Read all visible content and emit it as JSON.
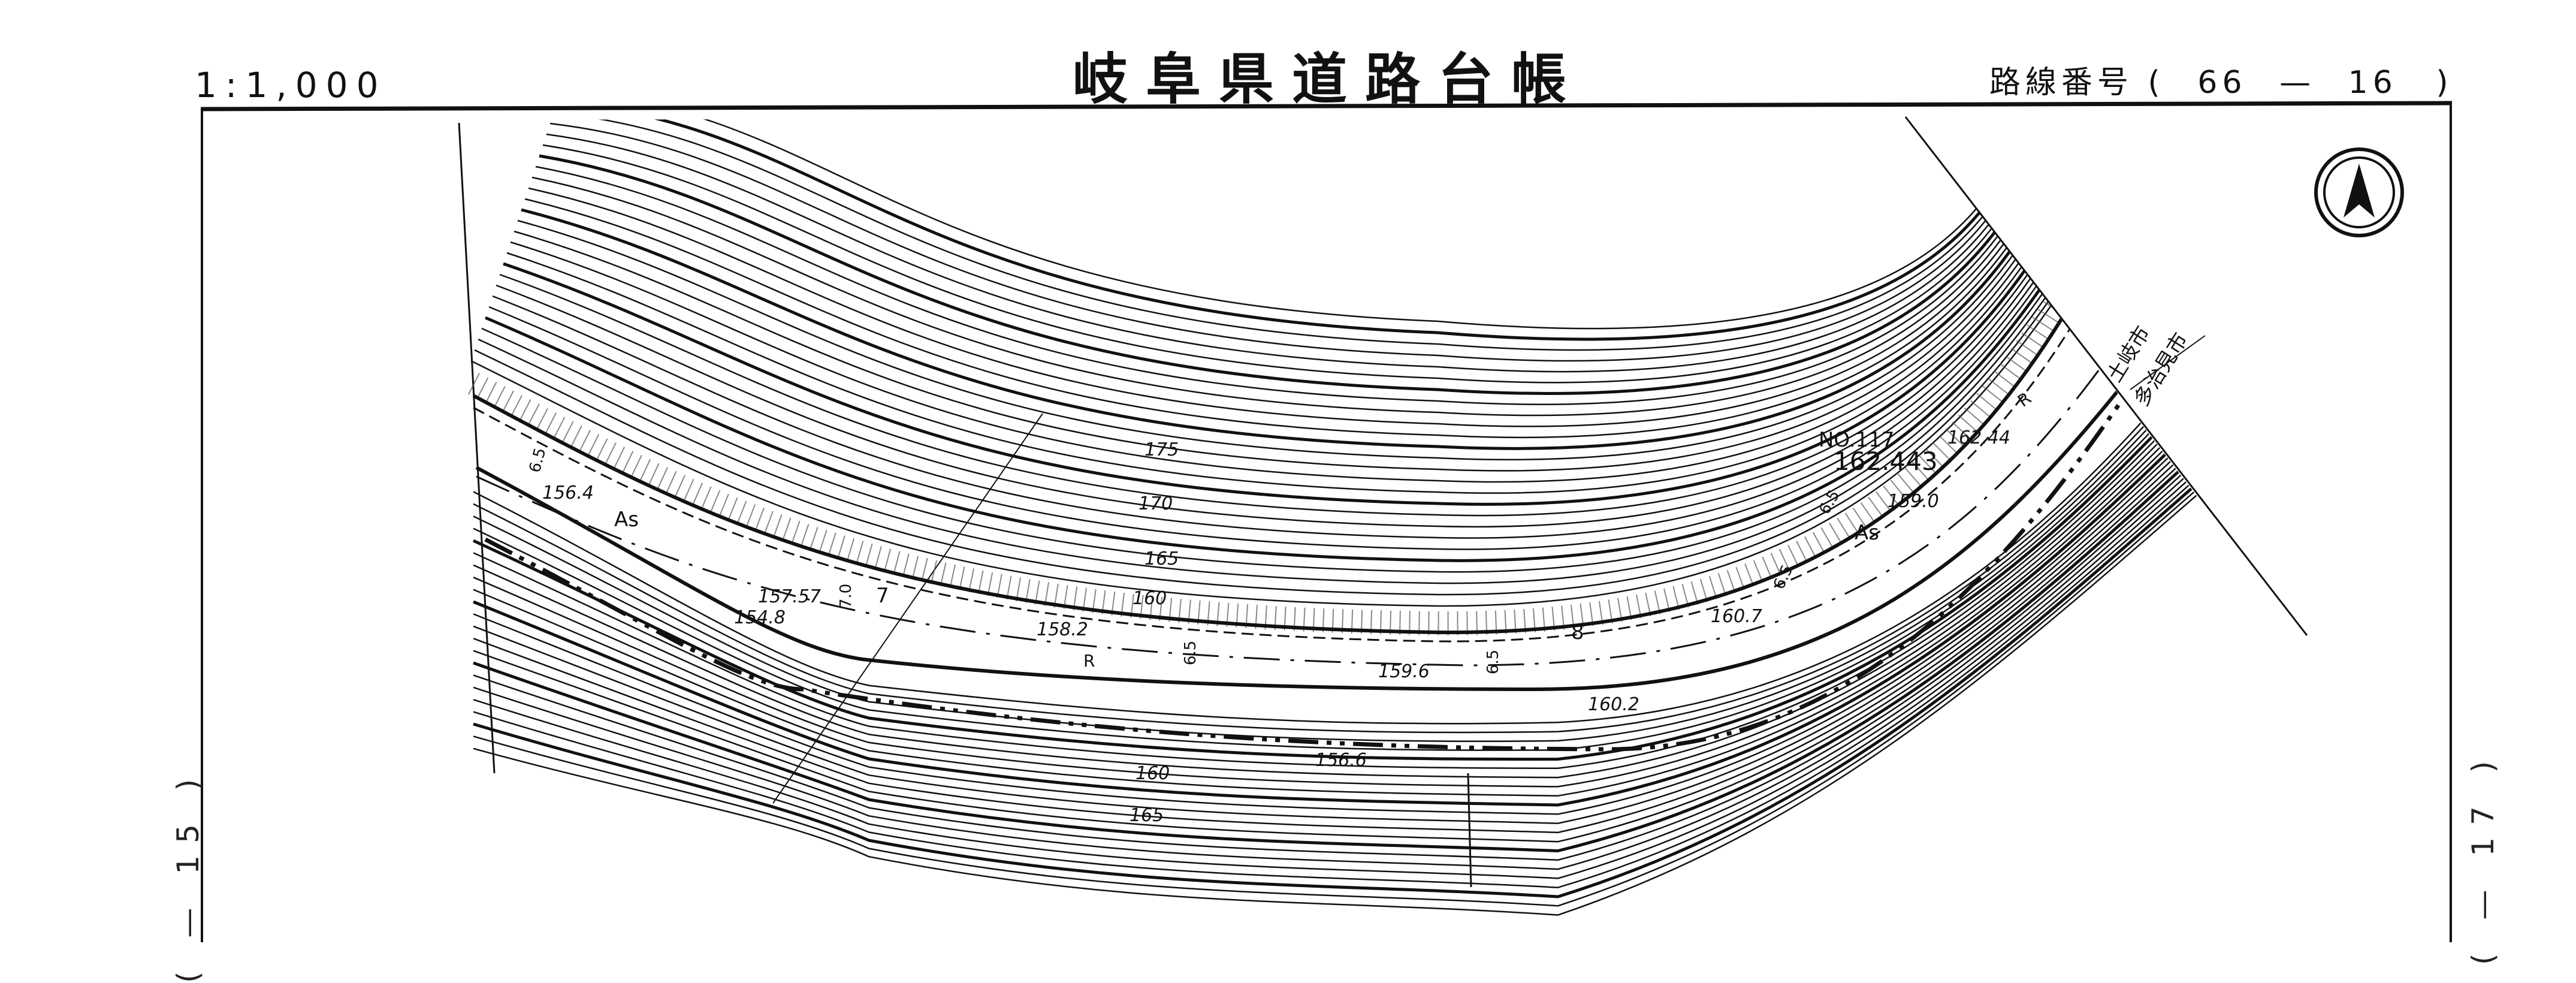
{
  "header": {
    "scale": "1:1,000",
    "title": "岐阜県道路台帳",
    "route_label": "路線番号",
    "route_open": "(",
    "route_number": "66",
    "route_dash": "—",
    "sheet_number": "16",
    "route_close": ")"
  },
  "adjacent_sheets": {
    "previous": "( — 15 )",
    "next": "( — 17 )"
  },
  "north_arrow": "north-arrow-icon",
  "labels": {
    "contours": [
      "175",
      "170",
      "165",
      "160",
      "160",
      "165"
    ],
    "elevations": [
      "156.4",
      "157.57",
      "154.8",
      "158.2",
      "159.6",
      "160.7",
      "160.2",
      "156.6",
      "159.0",
      "162.44"
    ],
    "benchmark_no": "NO.117",
    "benchmark_elev": "162.443",
    "surface": [
      "As",
      "As"
    ],
    "road_marks": [
      "R",
      "R"
    ],
    "stations": [
      "7",
      "8"
    ],
    "widths": [
      "6.5",
      "7.0",
      "6.5",
      "6.5",
      "6.5",
      "6.5"
    ],
    "city_north": "土岐市",
    "city_south": "多治見市"
  },
  "colors": {
    "ink": "#111111",
    "paper": "#ffffff"
  }
}
